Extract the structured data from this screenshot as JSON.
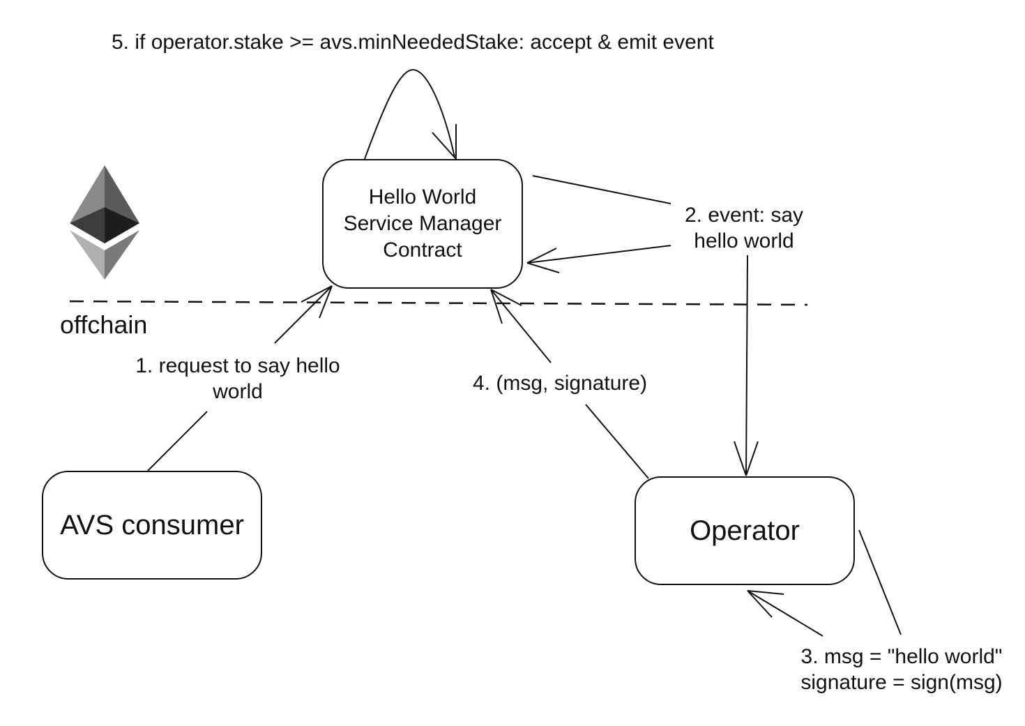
{
  "step5_label": "5. if operator.stake >= avs.minNeededStake: accept & emit event",
  "contract": {
    "lines": [
      "Hello World",
      "Service Manager",
      "Contract"
    ]
  },
  "step2_label": {
    "lines": [
      "2. event: say",
      "hello world"
    ]
  },
  "offchain_label": "offchain",
  "step1_label": {
    "lines": [
      "1. request to say hello",
      "world"
    ]
  },
  "step4_label": "4. (msg, signature)",
  "avs_consumer_label": "AVS consumer",
  "operator_label": "Operator",
  "step3_label": {
    "lines": [
      "3. msg = \"hello world\"",
      "signature = sign(msg)"
    ]
  },
  "logo": {
    "icon": "ethereum-logo-icon"
  },
  "colors": {
    "stroke": "#111111",
    "background": "#ffffff"
  }
}
